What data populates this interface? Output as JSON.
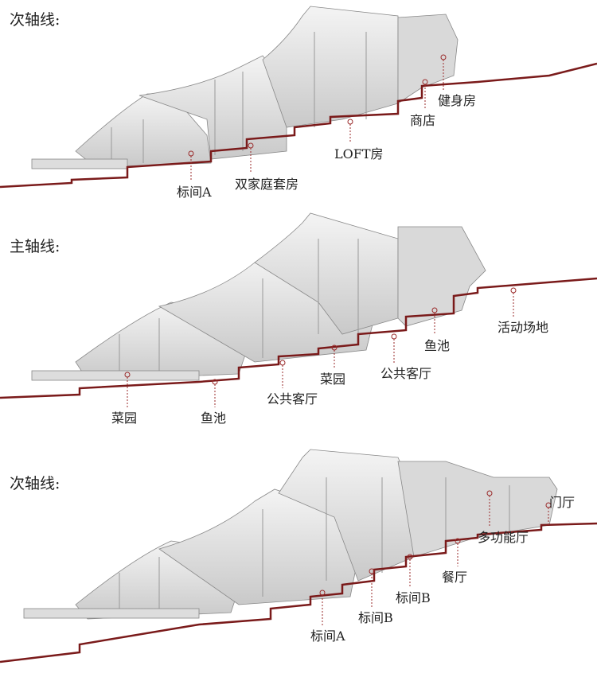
{
  "colors": {
    "ground_line": "#7a1a1a",
    "building": "#e6e6e6",
    "building_dark": "#bdbdbd",
    "marker": "#9a2a2a"
  },
  "sections": [
    {
      "title": "次轴线:",
      "labels": [
        "标间A",
        "双家庭套房",
        "LOFT房",
        "商店",
        "健身房"
      ]
    },
    {
      "title": "主轴线:",
      "labels": [
        "活动场地",
        "鱼池",
        "公共客厅",
        "菜园",
        "公共客厅",
        "鱼池",
        "菜园"
      ]
    },
    {
      "title": "次轴线:",
      "labels": [
        "门厅",
        "多功能厅",
        "餐厅",
        "标间B",
        "标间B",
        "标间A"
      ]
    }
  ]
}
